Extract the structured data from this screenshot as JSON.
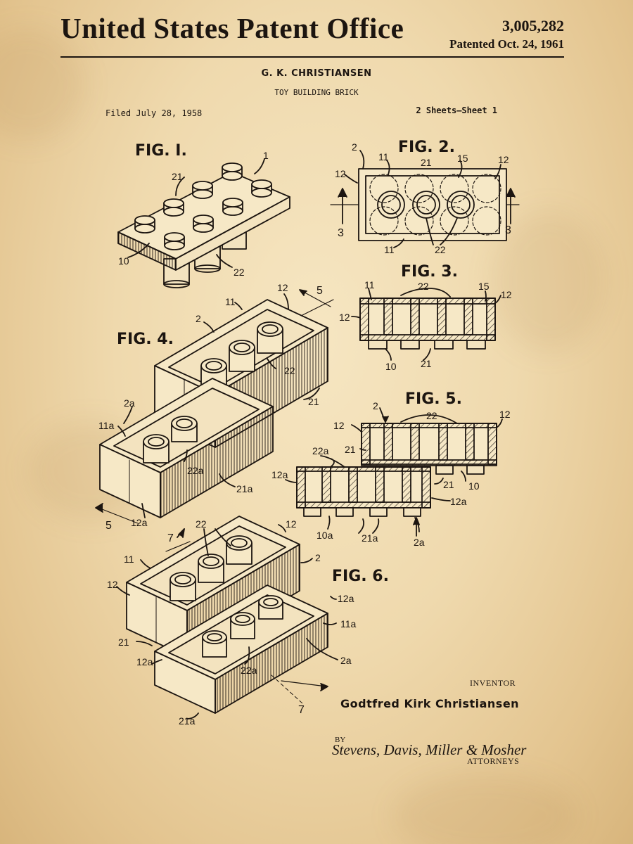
{
  "header": {
    "office": "United States Patent Office",
    "patent_number": "3,005,282",
    "patent_date": "Patented Oct. 24, 1961"
  },
  "patent": {
    "inventor_heading": "G. K. CHRISTIANSEN",
    "title": "TOY BUILDING BRICK",
    "filed": "Filed July 28, 1958",
    "sheets": "2 Sheets–Sheet 1"
  },
  "figures": {
    "fig1": "FIG. I.",
    "fig2": "FIG. 2.",
    "fig3": "FIG. 3.",
    "fig4": "FIG. 4.",
    "fig5": "FIG. 5.",
    "fig6": "FIG. 6."
  },
  "refs": {
    "fig1": [
      "1",
      "21",
      "10",
      "22"
    ],
    "fig2": [
      "2",
      "11",
      "21",
      "15",
      "12",
      "12",
      "3",
      "3",
      "11",
      "22"
    ],
    "fig3": [
      "11",
      "22",
      "15",
      "12",
      "12",
      "10",
      "21"
    ],
    "fig4": [
      "12",
      "5",
      "11",
      "2",
      "22",
      "21",
      "2a",
      "11a",
      "22a",
      "21a",
      "12a",
      "5"
    ],
    "fig5": [
      "2",
      "22",
      "12",
      "12",
      "21",
      "22a",
      "12a",
      "21",
      "10",
      "12a",
      "10a",
      "21a",
      "2a"
    ],
    "fig6": [
      "22",
      "12",
      "7",
      "11",
      "2",
      "12",
      "12a",
      "11a",
      "21",
      "12a",
      "2a",
      "22a",
      "7",
      "21a"
    ]
  },
  "footer": {
    "inventor_label": "INVENTOR",
    "inventor_name": "Godtfred Kirk Christiansen",
    "by": "BY",
    "signature": "Stevens, Davis, Miller & Mosher",
    "attorneys": "ATTORNEYS"
  },
  "colors": {
    "paper": "#efd9ad",
    "ink": "#1c1510"
  }
}
